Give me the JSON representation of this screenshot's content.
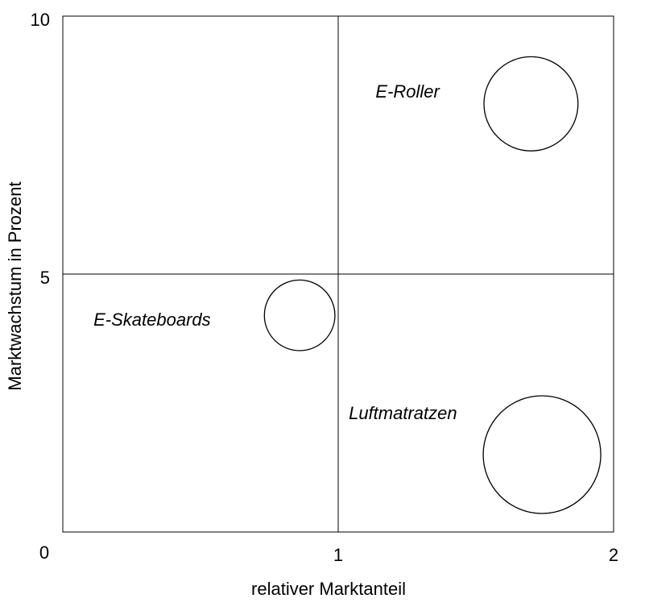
{
  "chart_data": {
    "type": "scatter",
    "subtype": "bubble-portfolio-matrix",
    "title": "",
    "xlabel": "relativer Marktanteil",
    "ylabel": "Marktwachstum in Prozent",
    "xlim": [
      0,
      2
    ],
    "ylim": [
      0,
      10
    ],
    "x_ticks": [
      {
        "value": 1,
        "label": "1"
      },
      {
        "value": 2,
        "label": "2"
      }
    ],
    "y_ticks": [
      {
        "value": 5,
        "label": "5"
      },
      {
        "value": 10,
        "label": "10"
      }
    ],
    "origin_label": "0",
    "divider_x": 1,
    "divider_y": 5,
    "grid": false,
    "points": [
      {
        "name": "E-Roller",
        "x": 1.7,
        "y": 8.3,
        "size": 0.8
      },
      {
        "name": "E-Skateboards",
        "x": 0.86,
        "y": 4.2,
        "size": 0.6
      },
      {
        "name": "Luftmatratzen",
        "x": 1.74,
        "y": 1.5,
        "size": 1.0
      }
    ]
  }
}
